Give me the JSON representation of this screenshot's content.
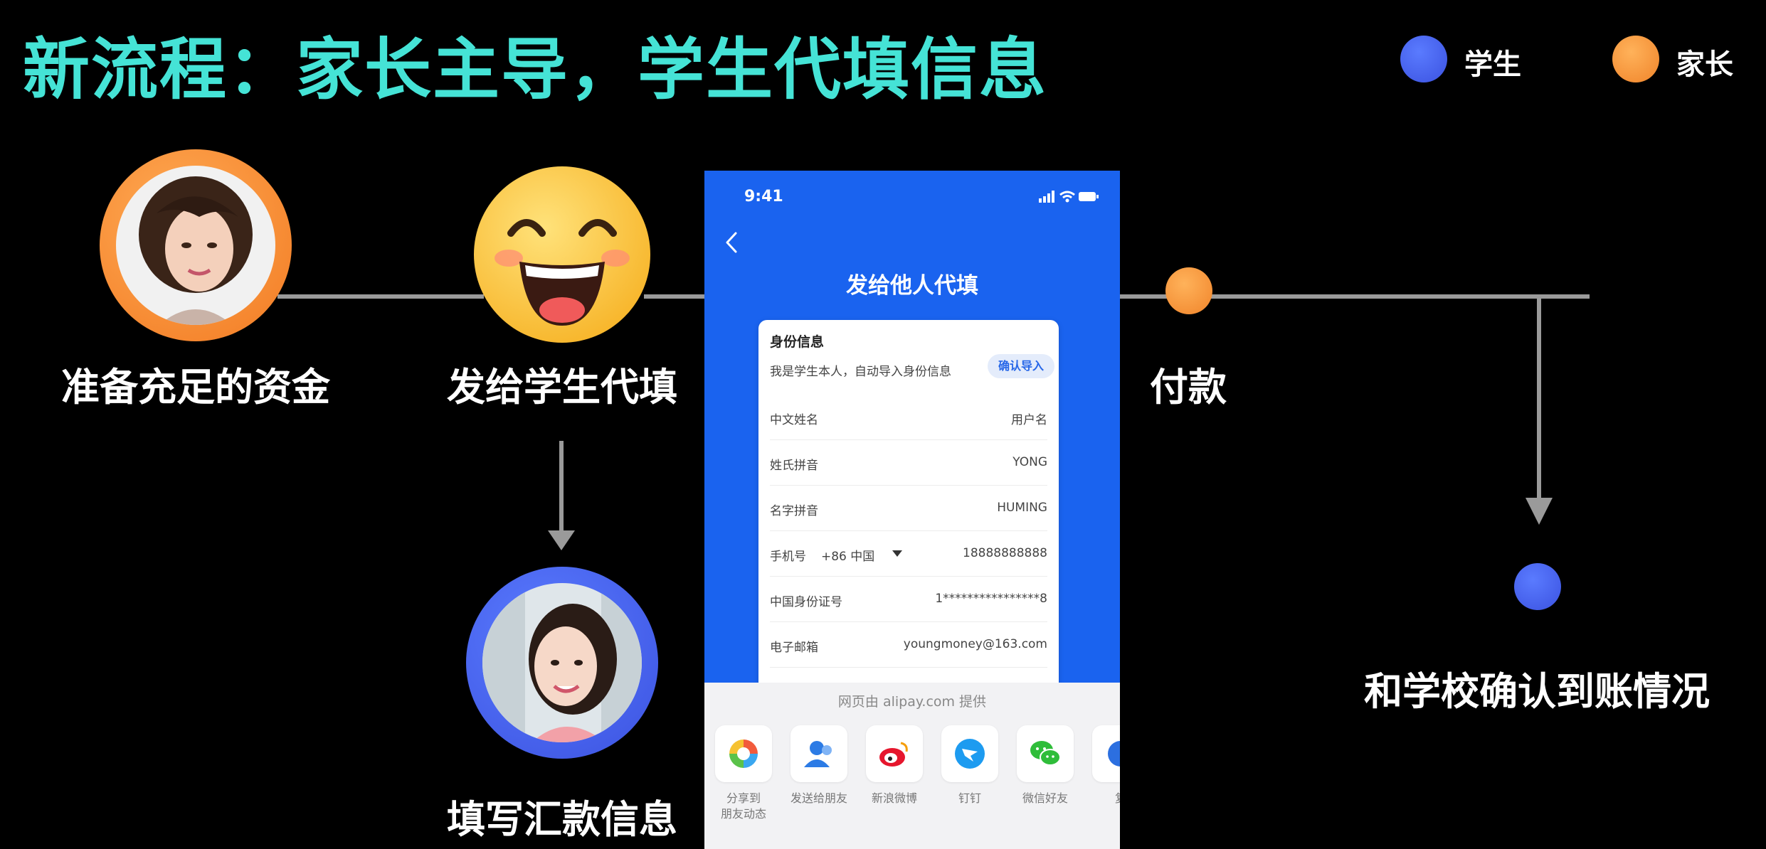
{
  "title": "新流程：家长主导，学生代填信息",
  "legend": [
    {
      "label": "学生",
      "color": "#3e5ff0"
    },
    {
      "label": "家长",
      "color": "#f5953a"
    }
  ],
  "steps": {
    "prepare_funds": "准备充足的资金",
    "send_to_student": "发给学生代填",
    "fill_remittance": "填写汇款信息",
    "pay": "付款",
    "confirm_with_school": "和学校确认到账情况"
  },
  "phone": {
    "time": "9:41",
    "title": "发给他人代填",
    "card": {
      "title": "身份信息",
      "subtitle": "我是学生本人，自动导入身份信息",
      "import_button": "确认导入",
      "fields": [
        {
          "label": "中文姓名",
          "value": "用户名"
        },
        {
          "label": "姓氏拼音",
          "value": "YONG"
        },
        {
          "label": "名字拼音",
          "value": "HUMING"
        },
        {
          "label": "手机号",
          "prefix": "+86 中国",
          "value": "18888888888"
        },
        {
          "label": "中国身份证号",
          "value": "1****************8"
        },
        {
          "label": "电子邮箱",
          "value": "youngmoney@163.com"
        }
      ]
    },
    "provider": "网页由 alipay.com 提供",
    "share": [
      {
        "label": "分享到\n朋友动态",
        "icon": "photo-share-icon"
      },
      {
        "label": "发送给朋友",
        "icon": "contact-icon"
      },
      {
        "label": "新浪微博",
        "icon": "weibo-icon"
      },
      {
        "label": "钉钉",
        "icon": "dingtalk-icon"
      },
      {
        "label": "微信好友",
        "icon": "wechat-icon"
      },
      {
        "label": "复",
        "icon": "more-icon"
      }
    ]
  },
  "colors": {
    "title": "#45e3d6",
    "student": "#3e5ff0",
    "parent": "#f5953a",
    "phone_bg": "#1a63ef"
  }
}
